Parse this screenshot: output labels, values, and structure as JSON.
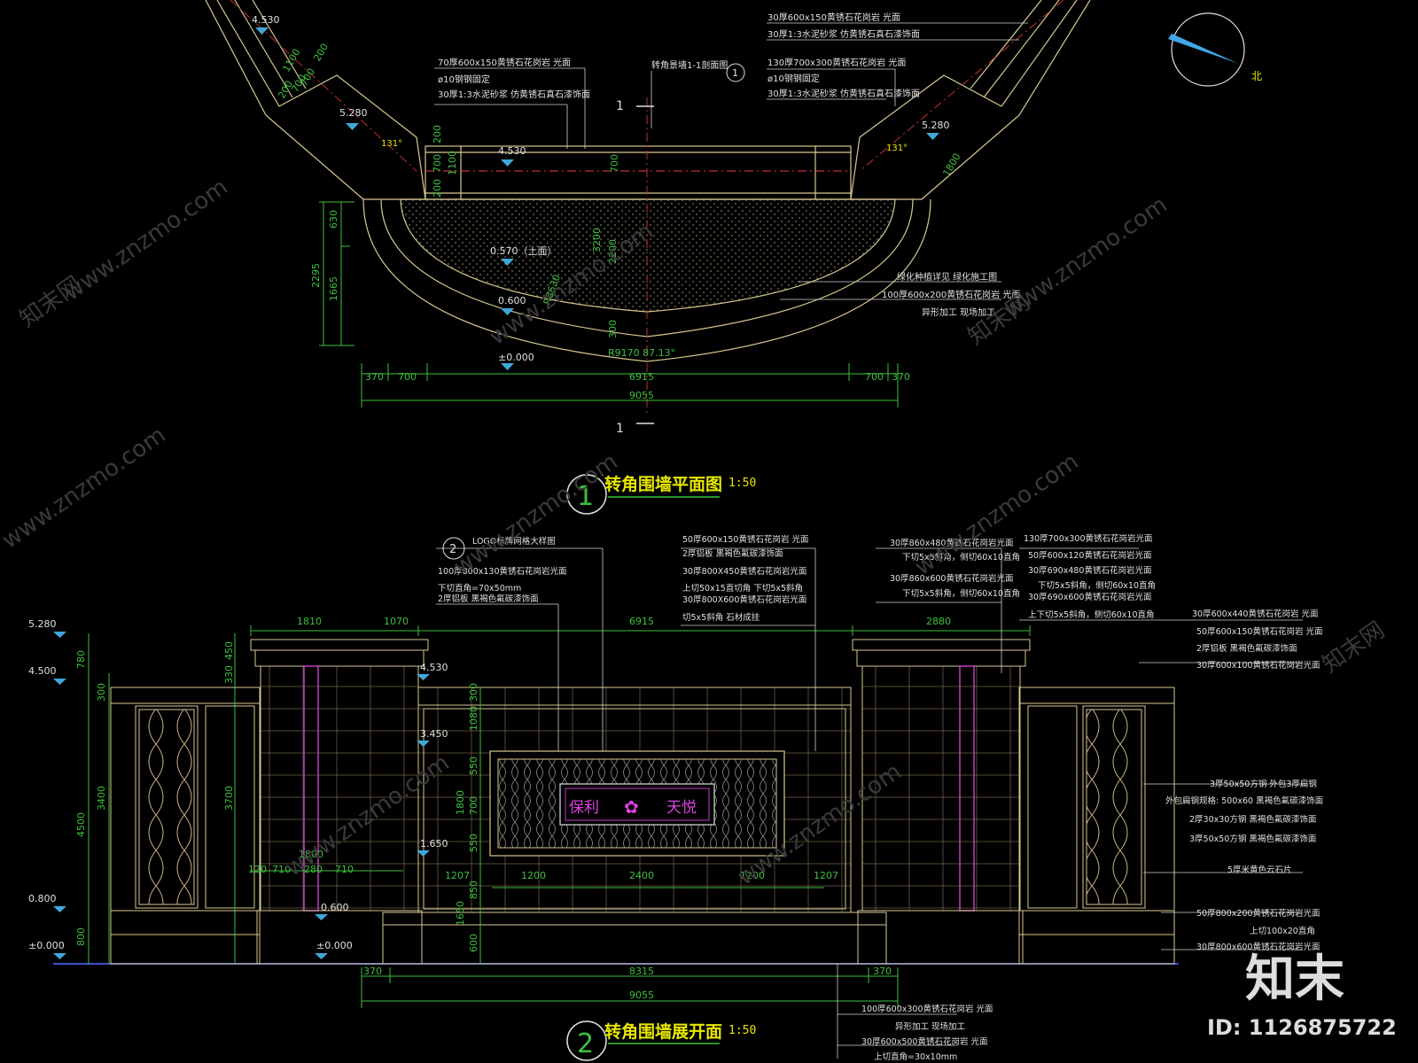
{
  "plan": {
    "title": "转角围墙平面图",
    "scale": "1:50",
    "number": "1",
    "levels": [
      "4.530",
      "5.280",
      "4.530",
      "5.280",
      "0.570（土面）",
      "0.600",
      "±0.000"
    ],
    "dims_bottom": [
      "370",
      "700",
      "6915",
      "700",
      "370"
    ],
    "dims_total": "9055",
    "dims_left": [
      "2295",
      "630",
      "1665"
    ],
    "dims_center": [
      "700",
      "3200",
      "2200",
      "300"
    ],
    "dims_wall_left": [
      "200",
      "700",
      "1100",
      "200"
    ],
    "dims_wing": [
      "1100",
      "700",
      "200",
      "200",
      "700"
    ],
    "dim_1800": "1800",
    "arc_label": "R9170 87.13°",
    "radius_label": "R8630",
    "angle": "131°",
    "section_mark": "1",
    "section_ref": "转角景墙1-1剖面图",
    "callouts_left": [
      "70厚600x150黄锈石花岗岩 光面",
      "ø10钢钢固定",
      "30厚1:3水泥砂浆 仿黄锈石真石漆饰面"
    ],
    "callouts_right_top": [
      "30厚600x150黄锈石花岗岩 光面",
      "30厚1:3水泥砂浆 仿黄锈石真石漆饰面",
      "130厚700x300黄锈石花岗岩 光面",
      "ø10钢钢固定",
      "30厚1:3水泥砂浆 仿黄锈石真石漆饰面"
    ],
    "callouts_right": [
      "绿化种植详见 绿化施工图",
      "100厚600x200黄锈石花岗岩 光面",
      "异形加工 现场加工"
    ],
    "north": "北"
  },
  "elev": {
    "title": "转角围墙展开面",
    "scale": "1:50",
    "number": "2",
    "logo_text_left": "保利",
    "logo_text_right": "天悦",
    "levels": [
      "5.280",
      "4.500",
      "4.530",
      "3.450",
      "1.650",
      "0.800",
      "±0.000",
      "±0.000",
      "0.600"
    ],
    "dims_top": [
      "1810",
      "1070",
      "6915",
      "2880"
    ],
    "dims_bottom": [
      "370",
      "8315",
      "370"
    ],
    "dims_total": "9055",
    "dims_left": [
      "780",
      "450",
      "330",
      "300",
      "3400",
      "3700",
      "4500",
      "800"
    ],
    "dims_center_v": [
      "300",
      "1080",
      "550",
      "700",
      "1800",
      "550",
      "850",
      "1650",
      "600"
    ],
    "dims_logo": [
      "1207",
      "1200",
      "2400",
      "1200",
      "1207"
    ],
    "dims_pillar": [
      "1800",
      "120",
      "710",
      "280",
      "710"
    ],
    "callouts_left": [
      "LOGO标牌网格大样图",
      "100厚800x130黄锈石花岗岩光面",
      "下切直角=70x50mm",
      "2厚铝板 黑褐色氟碳漆饰面"
    ],
    "callouts_mid": [
      "50厚600x150黄锈石花岗岩 光面",
      "2厚铝板 黑褐色氟碳漆饰面",
      "30厚800X450黄锈石花岗岩光面",
      "上切50x15直切角   下切5x5斜角",
      "30厚800X600黄锈石花岗岩光面",
      "切5x5斜角  石材成挂"
    ],
    "callouts_right1": [
      "30厚860x480黄锈石花岗岩光面",
      "下切5x5斜角，侧切60x10直角",
      "30厚860x600黄锈石花岗岩光面",
      "下切5x5斜角，侧切60x10直角"
    ],
    "callouts_right2": [
      "130厚700x300黄锈石花岗岩光面",
      "50厚600x120黄锈石花岗岩光面",
      "30厚690x480黄锈石花岗岩光面",
      "下切5x5斜角，侧切60x10直角",
      "30厚690x600黄锈石花岗岩光面",
      "上下切5x5斜角，侧切60x10直角"
    ],
    "callouts_far": [
      "30厚600x440黄锈石花岗岩 光面",
      "50厚600x150黄锈石花岗岩 光面",
      "2厚铝板 黑褐色氟碳漆饰面",
      "30厚600x100黄锈石花岗岩光面"
    ],
    "callouts_screen": [
      "3厚50x50方钢 外包3厚扁钢",
      "外包扁钢规格: 500x60  黑褐色氟碳漆饰面",
      "2厚30x30方钢 黑褐色氟碳漆饰面",
      "3厚50x50方钢 黑褐色氟碳漆饰面",
      "5厚米黄色云石片"
    ],
    "callouts_base": [
      "50厚800x200黄锈石花岗岩光面",
      "上切100x20直角",
      "30厚800x600黄锈石花岗岩光面"
    ],
    "callouts_bottom": [
      "100厚600x300黄锈石花岗岩 光面",
      "异形加工 现场加工",
      "30厚600x500黄锈石花岗岩 光面",
      "上切直角=30x10mm"
    ]
  },
  "watermark": "www.znzmo.com",
  "watermark_cn": "知末网",
  "brand": "知末",
  "image_id": "ID: 1126875722"
}
